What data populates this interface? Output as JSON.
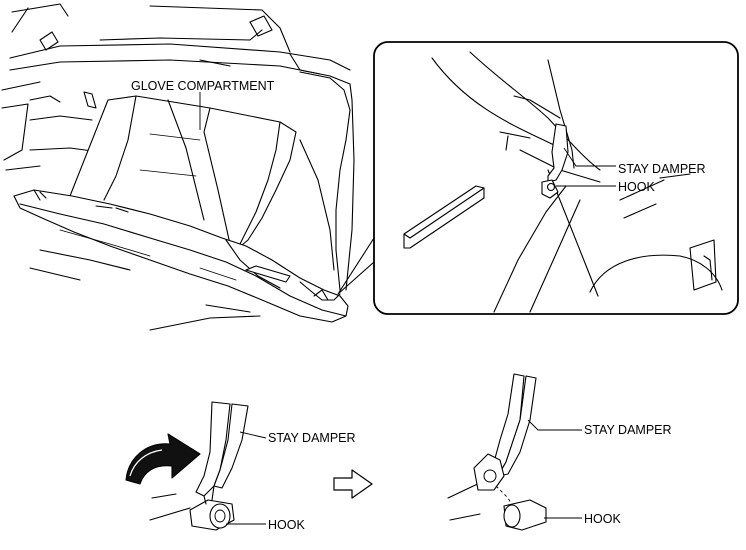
{
  "labels": {
    "glove_compartment": "GLOVE COMPARTMENT",
    "detail_stay_damper": "STAY DAMPER",
    "detail_hook": "HOOK",
    "step1_stay_damper": "STAY DAMPER",
    "step1_hook": "HOOK",
    "step2_stay_damper": "STAY DAMPER",
    "step2_hook": "HOOK"
  },
  "icons": {
    "rotation_arrow": "curved-arrow-icon",
    "step_arrow": "right-arrow-icon"
  }
}
